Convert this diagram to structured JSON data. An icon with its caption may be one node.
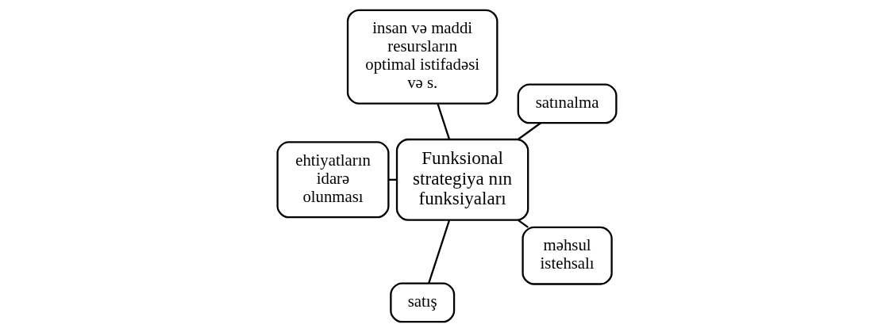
{
  "diagram": {
    "nodes": [
      {
        "text": [
          "satınalma"
        ]
      },
      {
        "text": [
          "insan və maddi resursların optimal istifadəsi və s."
        ]
      },
      {
        "text": [
          "ehtiyatların idarə olunması"
        ]
      },
      {
        "text": [
          "Funksional strategiya nın funksiyaları"
        ]
      },
      {
        "text": [
          "satış"
        ]
      },
      {
        "text": [
          "məhsul istehsalı"
        ]
      }
    ],
    "edges": [
      {
        "from": 3,
        "to": 0,
        "arrow": "none"
      },
      {
        "from": 3,
        "to": 1,
        "arrow": "none"
      },
      {
        "from": 3,
        "to": 2,
        "arrow": "none"
      },
      {
        "from": 3,
        "to": 4,
        "arrow": "none"
      },
      {
        "from": 3,
        "to": 5,
        "arrow": "none"
      }
    ]
  }
}
